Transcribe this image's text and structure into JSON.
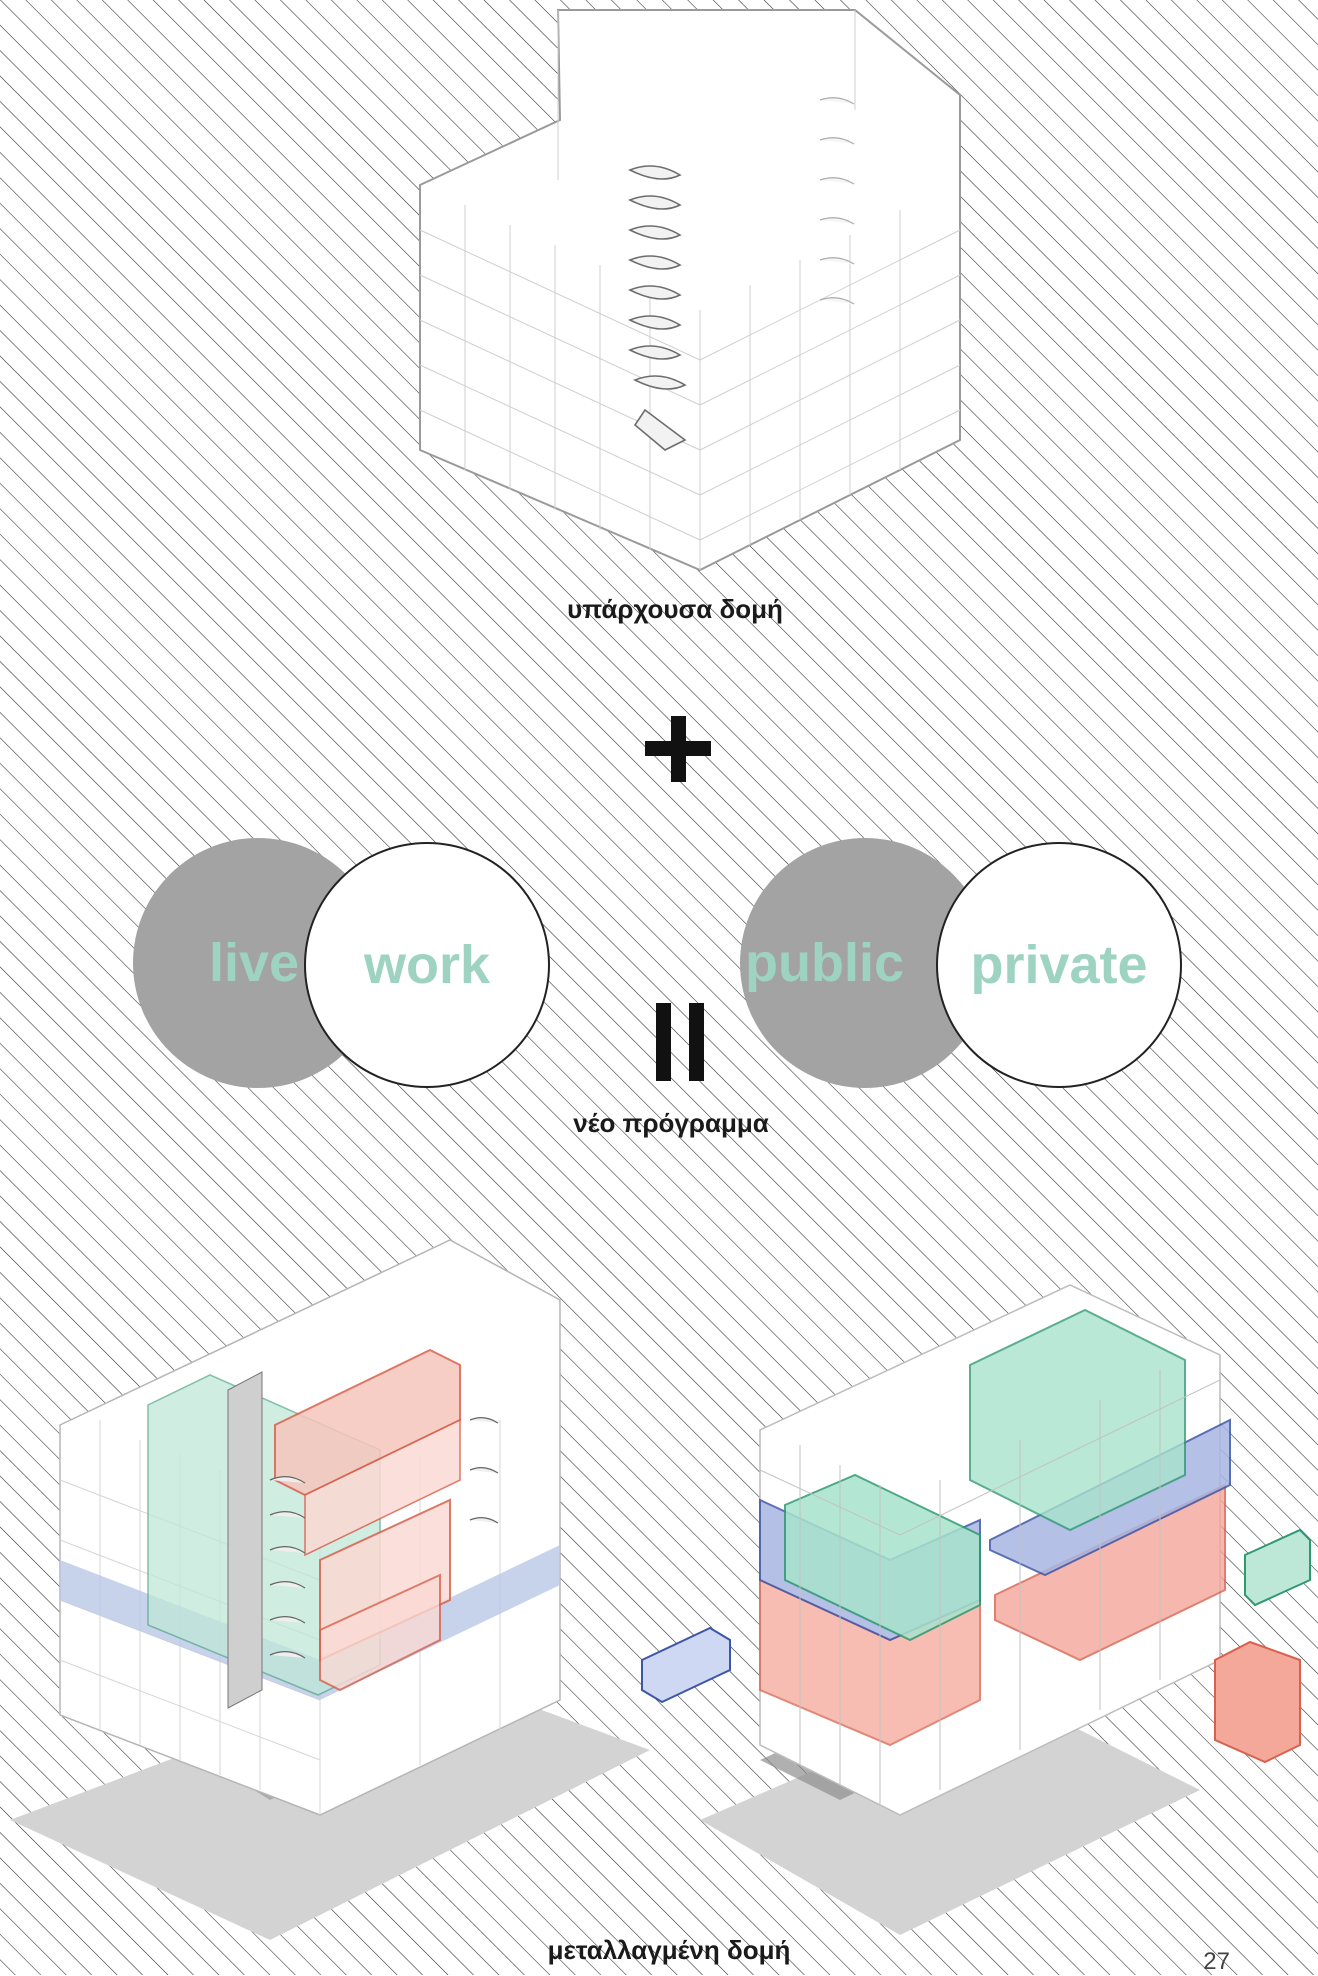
{
  "captions": {
    "existing": "υπάρχουσα δομή",
    "program": "νέο πρόγραμμα",
    "transformed": "μεταλλαγμένη δομή"
  },
  "program_pairs": [
    {
      "left": "live",
      "right": "work"
    },
    {
      "left": "public",
      "right": "private"
    }
  ],
  "page_number": "27",
  "colors": {
    "hatch": "#333333",
    "circle_fill": "#a3a3a3",
    "label_text": "#9ed3c1",
    "green_volume": "#7fd0b2",
    "red_volume": "#ef8f80",
    "blue_volume": "#8fa4d8"
  }
}
